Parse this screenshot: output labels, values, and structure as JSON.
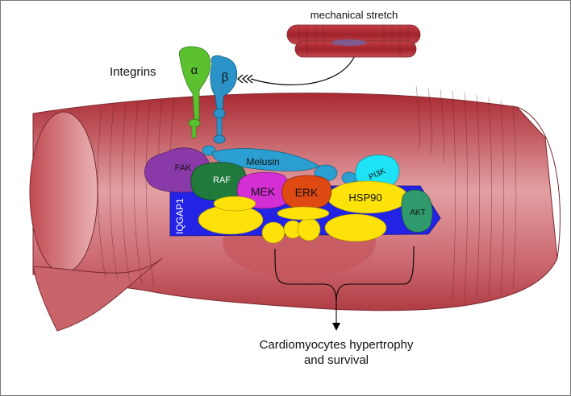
{
  "labels": {
    "stretch": "mechanical stretch",
    "integrins": "Integrins",
    "alpha": "α",
    "beta": "β",
    "fak": "FAK",
    "raf": "RAF",
    "melusin": "Melusin",
    "mek": "MEK",
    "erk": "ERK",
    "pi3k": "PI3K",
    "hsp90": "HSP90",
    "iqgap1": "IQGAP1",
    "akt": "AKT",
    "outcome_line1": "Cardiomyocytes hypertrophy",
    "outcome_line2": "and survival"
  },
  "colors": {
    "fiber": "#b13a42",
    "fiber_light": "#e6a6a9",
    "alpha_integrin": "#5cc12e",
    "beta_integrin": "#2b93c7",
    "fak": "#8a3aa8",
    "raf": "#1f7a3c",
    "melusin": "#2b9fd1",
    "mek": "#d42fd4",
    "erk": "#de4a12",
    "pi3k": "#1ee2f5",
    "hsp90": "#fde20a",
    "iqgap1": "#2323e6",
    "akt": "#2f9a6b"
  }
}
